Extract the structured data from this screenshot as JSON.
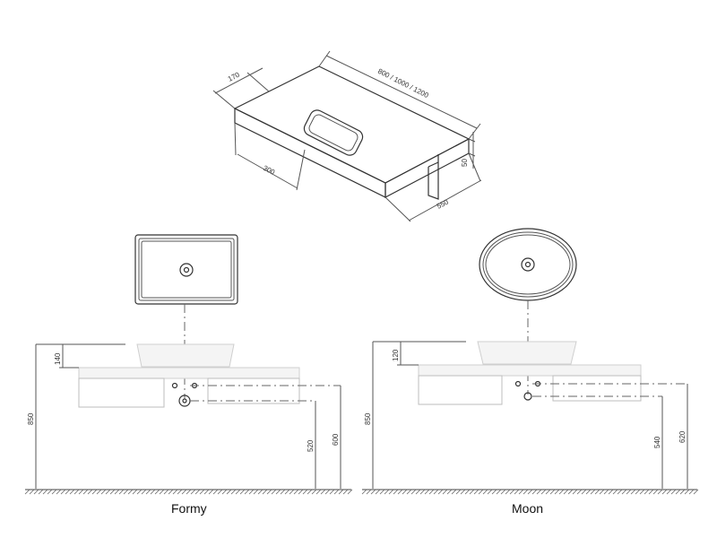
{
  "iso": {
    "width_label": "800 / 1000 / 1200",
    "depth_170": "170",
    "offset_300": "300",
    "thickness": "50",
    "depth_550": "550"
  },
  "formy": {
    "caption": "Formy",
    "overall_height": "850",
    "basin_height": "140",
    "dim_520": "520",
    "dim_600": "600"
  },
  "moon": {
    "caption": "Moon",
    "overall_height": "850",
    "basin_height": "120",
    "dim_540": "540",
    "dim_620": "620"
  }
}
